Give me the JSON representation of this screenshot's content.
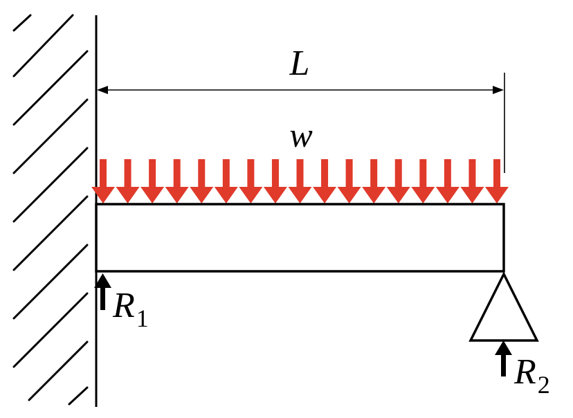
{
  "labels": {
    "length": "L",
    "load": "w",
    "reaction_left": "R",
    "reaction_left_sub": "1",
    "reaction_right": "R",
    "reaction_right_sub": "2"
  },
  "load": {
    "arrow_count": 17
  },
  "colors": {
    "load": "#e03a2b",
    "stroke": "#000000",
    "background": "#ffffff"
  }
}
